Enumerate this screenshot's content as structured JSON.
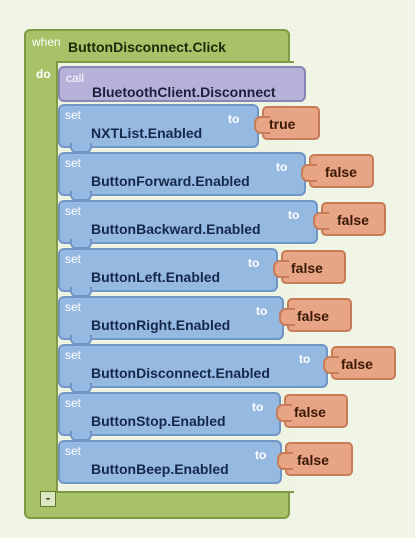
{
  "event": {
    "keyword": "when",
    "title": "ButtonDisconnect.Click",
    "do_keyword": "do",
    "collapse_label": "-"
  },
  "call": {
    "keyword": "call",
    "method": "BluetoothClient.Disconnect"
  },
  "setters": [
    {
      "keyword": "set",
      "target": "NXTList.Enabled",
      "to_label": "to",
      "value": "true"
    },
    {
      "keyword": "set",
      "target": "ButtonForward.Enabled",
      "to_label": "to",
      "value": "false"
    },
    {
      "keyword": "set",
      "target": "ButtonBackward.Enabled",
      "to_label": "to",
      "value": "false"
    },
    {
      "keyword": "set",
      "target": "ButtonLeft.Enabled",
      "to_label": "to",
      "value": "false"
    },
    {
      "keyword": "set",
      "target": "ButtonRight.Enabled",
      "to_label": "to",
      "value": "false"
    },
    {
      "keyword": "set",
      "target": "ButtonDisconnect.Enabled",
      "to_label": "to",
      "value": "false"
    },
    {
      "keyword": "set",
      "target": "ButtonStop.Enabled",
      "to_label": "to",
      "value": "false"
    },
    {
      "keyword": "set",
      "target": "ButtonBeep.Enabled",
      "to_label": "to",
      "value": "false"
    }
  ],
  "colors": {
    "event_block": "#a8c267",
    "call_block": "#b5b1d8",
    "set_block": "#95b9e0",
    "value_block": "#e8a585"
  }
}
